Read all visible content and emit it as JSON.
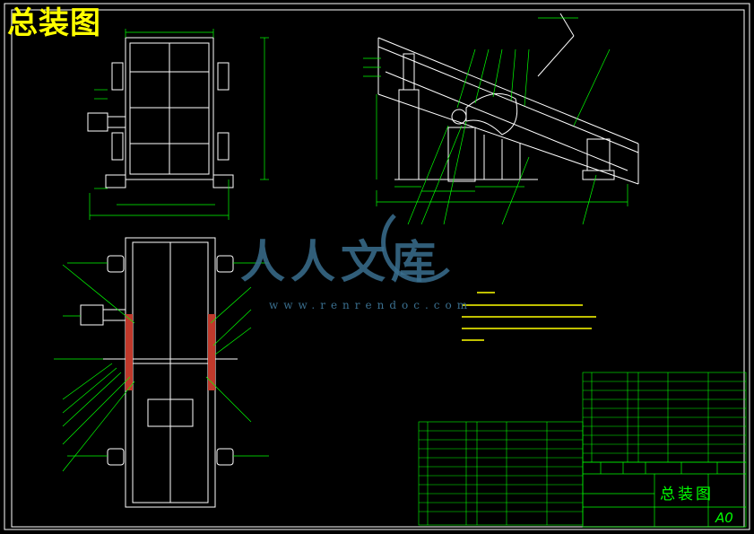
{
  "title": "总装图",
  "watermark": {
    "text": "人人文库",
    "url": "www.renrendoc.com"
  },
  "title_block": {
    "drawing_name": "总装图",
    "sheet_size": "A0"
  },
  "colors": {
    "background": "#000000",
    "line": "#ffffff",
    "dimension": "#00ff00",
    "title": "#ffff00",
    "watermark": "#3a6f8f"
  }
}
